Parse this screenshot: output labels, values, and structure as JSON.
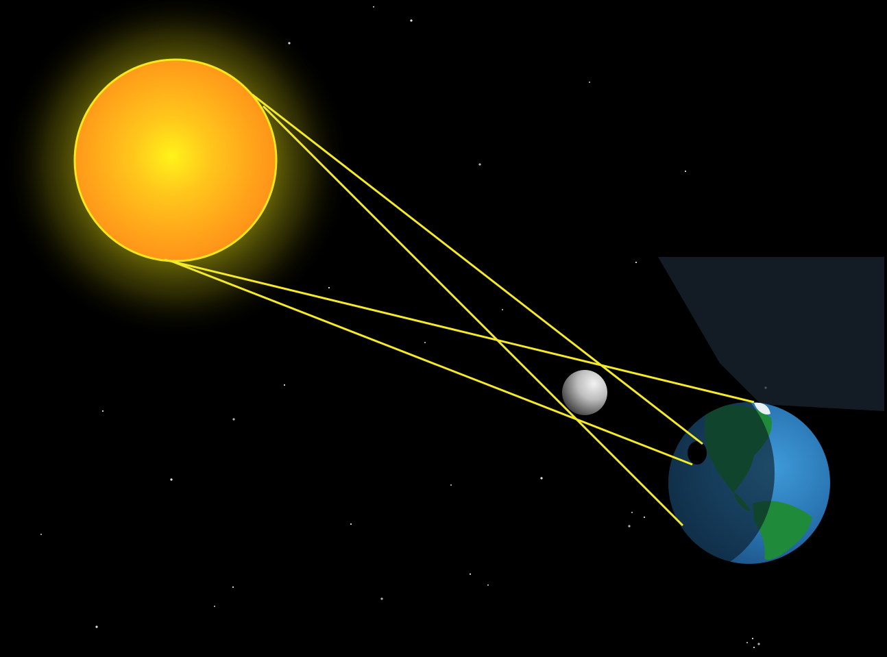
{
  "diagram": {
    "type": "solar-eclipse-geometry",
    "bodies": [
      {
        "name": "sun",
        "color": "#ffb21a",
        "glow": "#e8e012"
      },
      {
        "name": "moon",
        "color": "#c9c9c9"
      },
      {
        "name": "earth",
        "ocean_color": "#2d7fbf",
        "land_color": "#1f8a3a"
      }
    ],
    "ray_color": "#f4ea2a",
    "space_color": "#000000",
    "labels": []
  }
}
